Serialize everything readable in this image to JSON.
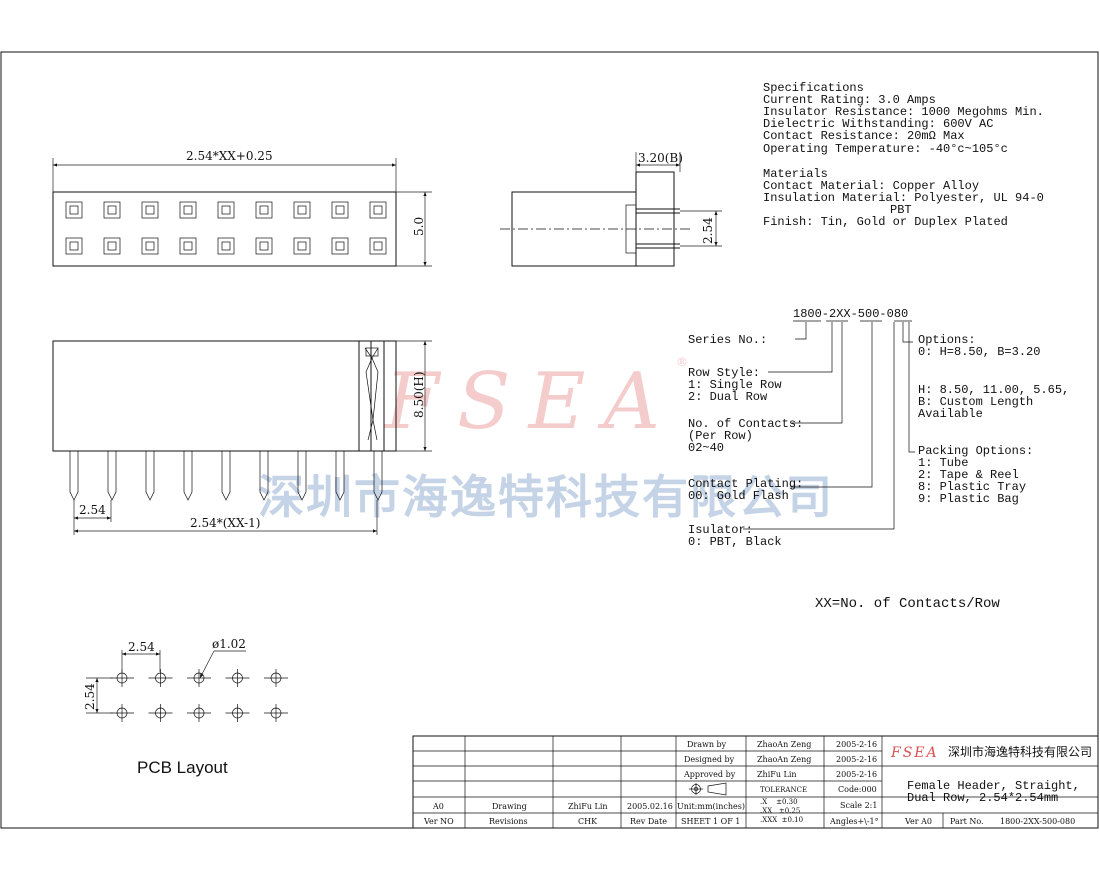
{
  "specs": {
    "title": "Specifications",
    "lines": [
      "Current Rating: 3.0 Amps",
      "Insulator Resistance: 1000 Megohms Min.",
      "Dielectric Withstanding: 600V AC",
      "Contact Resistance: 20mΩ Max",
      "Operating Temperature: -40°c~105°c"
    ]
  },
  "materials": {
    "title": "Materials",
    "lines": [
      "Contact Material: Copper Alloy",
      "Insulation Material: Polyester, UL 94-0",
      "PBT",
      "Finish: Tin, Gold or Duplex Plated"
    ]
  },
  "dims": {
    "top_width": "2.54*XX+0.25",
    "top_height": "5.0",
    "side_width": "3.20(B)",
    "side_pitch": "2.54",
    "front_height": "8.50(H)",
    "front_pitch": "2.54",
    "front_span": "2.54*(XX-1)",
    "pcb_pitch_x": "2.54",
    "pcb_pitch_y": "2.54",
    "pcb_hole": "ø1.02"
  },
  "part": {
    "code": "1800-2XX-500-080",
    "series_label": "Series No.:",
    "row_style": [
      "Row Style:",
      "1: Single Row",
      "2: Dual Row"
    ],
    "contacts": [
      "No. of Contacts:",
      "(Per Row)",
      "02~40"
    ],
    "plating": [
      "Contact Plating:",
      "00: Gold Flash"
    ],
    "insulator": [
      "Isulator:",
      "0: PBT, Black"
    ],
    "options": [
      "Options:",
      "0: H=8.50, B=3.20",
      "",
      "H: 8.50, 11.00, 5.65,",
      "B: Custom Length",
      "Available"
    ],
    "packing": [
      "Packing Options:",
      "1: Tube",
      "2: Tape & Reel",
      "8: Plastic Tray",
      "9: Plastic Bag"
    ],
    "note": "XX=No. of Contacts/Row"
  },
  "pcb_label": "PCB Layout",
  "watermark": {
    "brand": "FSEA",
    "company": "深圳市海逸特科技有限公司",
    "reg": "®"
  },
  "title_block": {
    "drawn_label": "Drawn by",
    "drawn_name": "ZhaoAn Zeng",
    "drawn_date": "2005-2-16",
    "designed_label": "Designed by",
    "designed_name": "ZhaoAn Zeng",
    "designed_date": "2005-2-16",
    "approved_label": "Approved by",
    "approved_name": "ZhiFu Lin",
    "approved_date": "2005-2-16",
    "rev_ver": "A0",
    "rev_desc": "Drawing",
    "rev_chk": "ZhiFu Lin",
    "rev_date": "2005.02.16",
    "units": "Unit:mm(inches)",
    "sheet": "SHEET 1 OF 1",
    "tolerance_label": "TOLERANCE",
    "tol": [
      ".X    ±0.30",
      ".XX   ±0.25",
      ".XXX  ±0.10"
    ],
    "code": "Code:000",
    "scale": "Scale 2:1",
    "angles": "Angles+\\-1°",
    "hdr_ver": "Ver NO",
    "hdr_rev": "Revisions",
    "hdr_chk": "CHK",
    "hdr_date": "Rev Date",
    "brand": "FSEA",
    "company": "深圳市海逸特科技有限公司",
    "description": [
      "Female Header, Straight,",
      "Dual Row, 2.54*2.54mm"
    ],
    "ver": "Ver A0",
    "part_label": "Part No.",
    "part_no": "1800-2XX-500-080"
  }
}
